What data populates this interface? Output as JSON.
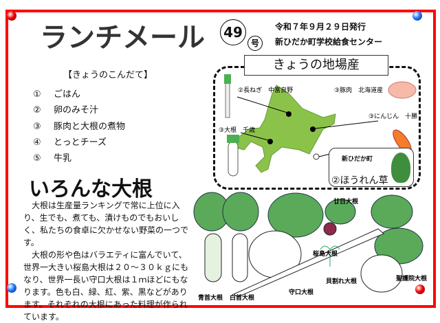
{
  "header": {
    "title": "ランチメール",
    "issue_number": "49",
    "issue_suffix": "号",
    "date": "令和７年９月２９日発行",
    "publisher": "新ひだか町学校給食センター"
  },
  "menu": {
    "heading": "【きょうのこんだて】",
    "items": [
      {
        "num": "①",
        "name": "ごはん"
      },
      {
        "num": "②",
        "name": "卵のみそ汁"
      },
      {
        "num": "③",
        "name": "豚肉と大根の煮物"
      },
      {
        "num": "④",
        "name": "とっとチーズ"
      },
      {
        "num": "⑤",
        "name": "牛乳"
      }
    ]
  },
  "local": {
    "title": "きょうの地場産",
    "items": [
      {
        "label": "②長ねぎ　中富良野"
      },
      {
        "label": "③豚肉　北海道産"
      },
      {
        "label": "③にんじん　十勝"
      },
      {
        "label": "③大根　千歳"
      }
    ],
    "town": "新ひだか町",
    "featured": "②ほうれん草"
  },
  "article": {
    "heading": "いろんな大根",
    "paragraphs": [
      "　大根は生産量ランキングで常に上位に入り、生でも、煮ても、漬けものでもおいしく、私たちの食卓に欠かせない野菜の一つです。",
      "　大根の形や色はバラエティに富んでいて、世界一大きい桜島大根は２０～３０ｋｇにもなり、世界一長い守口大根は１ｍほどにもなります。色も白、緑、紅、紫、黒などがあります。それぞれの大根にあった料理が作られています。"
    ]
  },
  "radishes": [
    "青首大根",
    "白首大根",
    "桜島大根",
    "廿日大根",
    "守口大根",
    "貝割れ大根",
    "聖護院大根"
  ],
  "colors": {
    "frame": "#ff0000",
    "map": "#8bc34a",
    "leaf": "#4caf50"
  }
}
